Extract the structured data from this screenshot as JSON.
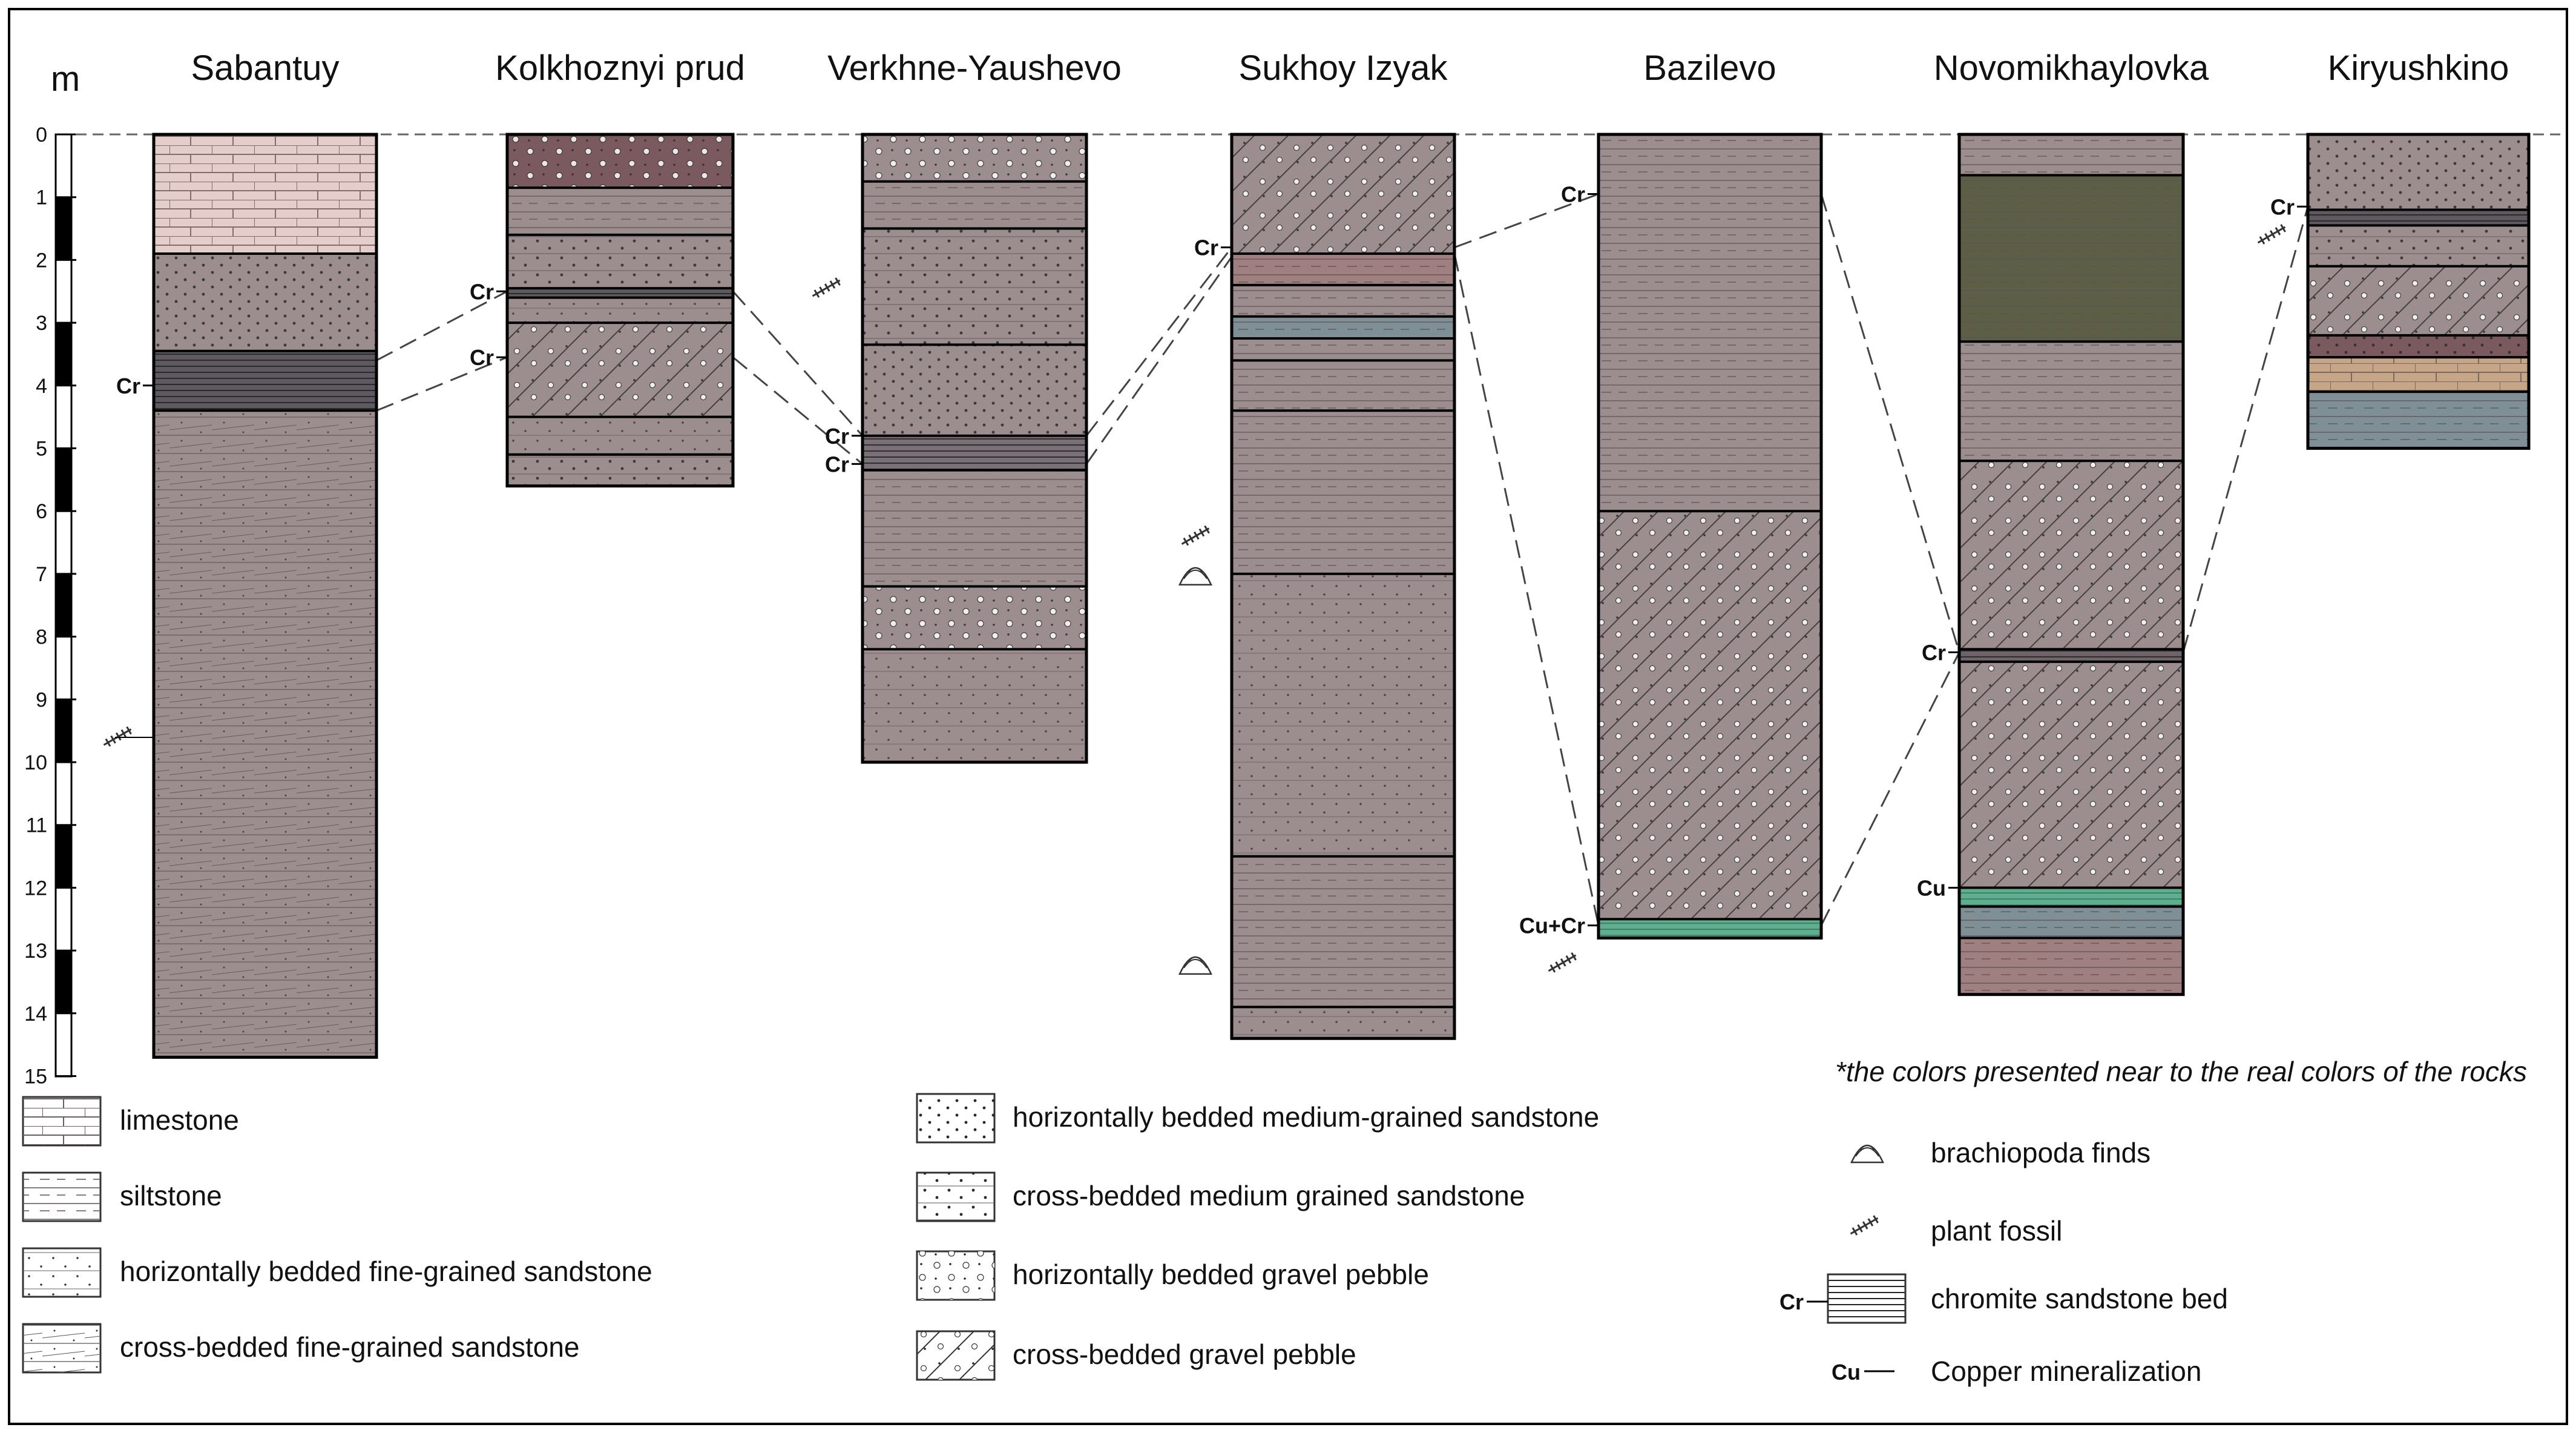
{
  "axis": {
    "unit": "m",
    "ticks": [
      "0",
      "1",
      "2",
      "3",
      "4",
      "5",
      "6",
      "7",
      "8",
      "9",
      "10",
      "11",
      "12",
      "13",
      "14",
      "15"
    ]
  },
  "sections": [
    {
      "name": "Sabantuy",
      "depth": 14.7,
      "layers": [
        {
          "from": 0,
          "to": 1.9,
          "lith": "limestone",
          "color": "#e5cdcb"
        },
        {
          "from": 1.9,
          "to": 3.45,
          "lith": "hz-med-sand",
          "color": "#9c8d8e"
        },
        {
          "from": 3.45,
          "to": 4.4,
          "lith": "chromite",
          "color": "#5e5860"
        },
        {
          "from": 4.4,
          "to": 14.7,
          "lith": "cross-fine-sand",
          "color": "#9c8d8e"
        }
      ],
      "markers": [
        {
          "label": "Cr",
          "depth": 4.0,
          "side": "left"
        }
      ],
      "fossils": [
        {
          "type": "plant",
          "depth": 9.6
        }
      ]
    },
    {
      "name": "Kolkhoznyi prud",
      "depth": 5.6,
      "layers": [
        {
          "from": 0,
          "to": 0.85,
          "lith": "hz-gravel",
          "color": "#7a5a5e"
        },
        {
          "from": 0.85,
          "to": 1.6,
          "lith": "siltstone",
          "color": "#9c8d8e"
        },
        {
          "from": 1.6,
          "to": 2.45,
          "lith": "cross-med-sand",
          "color": "#9c8d8e"
        },
        {
          "from": 2.45,
          "to": 2.6,
          "lith": "chromite",
          "color": "#5e5860"
        },
        {
          "from": 2.6,
          "to": 3.0,
          "lith": "hz-fine-sand",
          "color": "#9c8d8e"
        },
        {
          "from": 3.0,
          "to": 4.5,
          "lith": "cross-gravel",
          "color": "#9c8d8e"
        },
        {
          "from": 4.5,
          "to": 5.1,
          "lith": "hz-fine-sand",
          "color": "#9c8d8e"
        },
        {
          "from": 5.1,
          "to": 5.6,
          "lith": "cross-med-sand",
          "color": "#9c8d8e"
        }
      ],
      "markers": [
        {
          "label": "Cr",
          "depth": 2.5,
          "side": "left"
        },
        {
          "label": "Cr",
          "depth": 3.55,
          "side": "left"
        }
      ],
      "fossils": []
    },
    {
      "name": "Verkhne-Yaushevo",
      "depth": 10.0,
      "layers": [
        {
          "from": 0,
          "to": 0.75,
          "lith": "hz-gravel",
          "color": "#9c8d8e"
        },
        {
          "from": 0.75,
          "to": 1.5,
          "lith": "siltstone",
          "color": "#9c8d8e"
        },
        {
          "from": 1.5,
          "to": 3.35,
          "lith": "cross-med-sand",
          "color": "#9c8d8e"
        },
        {
          "from": 3.35,
          "to": 4.8,
          "lith": "hz-med-sand",
          "color": "#9c8d8e"
        },
        {
          "from": 4.8,
          "to": 5.35,
          "lith": "chromite",
          "color": "#7a7077"
        },
        {
          "from": 5.35,
          "to": 7.2,
          "lith": "siltstone",
          "color": "#9c8d8e"
        },
        {
          "from": 7.2,
          "to": 8.2,
          "lith": "hz-gravel",
          "color": "#9c8d8e"
        },
        {
          "from": 8.2,
          "to": 10.0,
          "lith": "hz-fine-sand",
          "color": "#9c8d8e"
        }
      ],
      "markers": [
        {
          "label": "Cr",
          "depth": 4.8,
          "side": "left"
        },
        {
          "label": "Cr",
          "depth": 5.25,
          "side": "left"
        }
      ],
      "fossils": [
        {
          "type": "plant",
          "depth": 2.45
        }
      ]
    },
    {
      "name": "Sukhoy Izyak",
      "depth": 14.4,
      "layers": [
        {
          "from": 0,
          "to": 1.9,
          "lith": "cross-gravel",
          "color": "#9c8d8e"
        },
        {
          "from": 1.9,
          "to": 2.4,
          "lith": "siltstone",
          "color": "#a07f80"
        },
        {
          "from": 2.4,
          "to": 2.9,
          "lith": "siltstone",
          "color": "#9c8d8e"
        },
        {
          "from": 2.9,
          "to": 3.25,
          "lith": "siltstone",
          "color": "#7f8f96"
        },
        {
          "from": 3.25,
          "to": 3.6,
          "lith": "siltstone",
          "color": "#9c8d8e"
        },
        {
          "from": 3.6,
          "to": 4.4,
          "lith": "siltstone",
          "color": "#9c8d8e"
        },
        {
          "from": 4.4,
          "to": 7.0,
          "lith": "siltstone",
          "color": "#9c8d8e"
        },
        {
          "from": 7.0,
          "to": 11.5,
          "lith": "hz-fine-sand",
          "color": "#9c8d8e"
        },
        {
          "from": 11.5,
          "to": 13.9,
          "lith": "siltstone",
          "color": "#9c8d8e"
        },
        {
          "from": 13.9,
          "to": 14.4,
          "lith": "hz-fine-sand",
          "color": "#9c8d8e"
        }
      ],
      "markers": [
        {
          "label": "Cr",
          "depth": 1.8,
          "side": "left"
        }
      ],
      "fossils": [
        {
          "type": "plant",
          "depth": 6.4
        },
        {
          "type": "brachiopoda",
          "depth": 7.0
        },
        {
          "type": "brachiopoda",
          "depth": 13.2
        }
      ]
    },
    {
      "name": "Bazilevo",
      "depth": 12.8,
      "layers": [
        {
          "from": 0,
          "to": 6.0,
          "lith": "siltstone",
          "color": "#9c8d8e"
        },
        {
          "from": 6.0,
          "to": 12.5,
          "lith": "cross-gravel",
          "color": "#9c8d8e"
        },
        {
          "from": 12.5,
          "to": 12.8,
          "lith": "copper",
          "color": "#5fae8f"
        }
      ],
      "markers": [
        {
          "label": "Cr",
          "depth": 0.95,
          "side": "left"
        },
        {
          "label": "Cu+Cr",
          "depth": 12.6,
          "side": "left"
        }
      ],
      "fossils": [
        {
          "type": "plant",
          "depth": 13.2
        }
      ]
    },
    {
      "name": "Novomikhaylovka",
      "depth": 13.7,
      "layers": [
        {
          "from": 0,
          "to": 0.65,
          "lith": "siltstone",
          "color": "#9c8d8e"
        },
        {
          "from": 0.65,
          "to": 3.3,
          "lith": "siltstone",
          "color": "#5c5e45"
        },
        {
          "from": 3.3,
          "to": 5.2,
          "lith": "siltstone",
          "color": "#9c8d8e"
        },
        {
          "from": 5.2,
          "to": 8.2,
          "lith": "cross-gravel",
          "color": "#9c8d8e"
        },
        {
          "from": 8.2,
          "to": 8.4,
          "lith": "chromite",
          "color": "#6c646a"
        },
        {
          "from": 8.4,
          "to": 12.0,
          "lith": "cross-gravel",
          "color": "#9c8d8e"
        },
        {
          "from": 12.0,
          "to": 12.3,
          "lith": "copper",
          "color": "#5fae8f"
        },
        {
          "from": 12.3,
          "to": 12.8,
          "lith": "siltstone",
          "color": "#7f8f96"
        },
        {
          "from": 12.8,
          "to": 13.7,
          "lith": "siltstone",
          "color": "#a07f80"
        }
      ],
      "markers": [
        {
          "label": "Cr",
          "depth": 8.25,
          "side": "left"
        },
        {
          "label": "Cu",
          "depth": 12.0,
          "side": "left"
        }
      ],
      "fossils": []
    },
    {
      "name": "Kiryushkino",
      "depth": 5.0,
      "layers": [
        {
          "from": 0,
          "to": 1.2,
          "lith": "hz-med-sand",
          "color": "#9c8d8e"
        },
        {
          "from": 1.2,
          "to": 1.45,
          "lith": "chromite",
          "color": "#5e5860"
        },
        {
          "from": 1.45,
          "to": 2.1,
          "lith": "cross-med-sand",
          "color": "#9c8d8e"
        },
        {
          "from": 2.1,
          "to": 3.2,
          "lith": "cross-gravel",
          "color": "#9c8d8e"
        },
        {
          "from": 3.2,
          "to": 3.55,
          "lith": "hz-med-sand",
          "color": "#7a5a5e"
        },
        {
          "from": 3.55,
          "to": 4.1,
          "lith": "limestone",
          "color": "#c6a686"
        },
        {
          "from": 4.1,
          "to": 5.0,
          "lith": "siltstone",
          "color": "#7f8f96"
        }
      ],
      "markers": [
        {
          "label": "Cr",
          "depth": 1.15,
          "side": "left"
        }
      ],
      "fossils": [
        {
          "type": "plant",
          "depth": 1.6
        }
      ]
    }
  ],
  "correlations": [
    {
      "from": [
        0,
        3.6
      ],
      "to": [
        1,
        2.5
      ]
    },
    {
      "from": [
        0,
        4.4
      ],
      "to": [
        1,
        3.55
      ]
    },
    {
      "from": [
        1,
        2.5
      ],
      "to": [
        2,
        4.8
      ]
    },
    {
      "from": [
        1,
        3.55
      ],
      "to": [
        2,
        5.25
      ]
    },
    {
      "from": [
        2,
        4.8
      ],
      "to": [
        3,
        1.8
      ]
    },
    {
      "from": [
        2,
        5.25
      ],
      "to": [
        3,
        1.95
      ]
    },
    {
      "from": [
        3,
        1.8
      ],
      "to": [
        4,
        0.95
      ]
    },
    {
      "from": [
        3,
        1.9
      ],
      "to": [
        4,
        12.6
      ]
    },
    {
      "from": [
        4,
        0.95
      ],
      "to": [
        5,
        8.25
      ]
    },
    {
      "from": [
        4,
        12.6
      ],
      "to": [
        5,
        8.25
      ]
    },
    {
      "from": [
        5,
        8.25
      ],
      "to": [
        6,
        1.15
      ]
    }
  ],
  "note": "*the colors presented near to the real colors of the rocks",
  "legend": {
    "col1": [
      {
        "key": "limestone",
        "label": "limestone"
      },
      {
        "key": "siltstone",
        "label": "siltstone"
      },
      {
        "key": "hz-fine-sand",
        "label": "horizontally bedded fine-grained sandstone"
      },
      {
        "key": "cross-fine-sand",
        "label": "cross-bedded fine-grained sandstone"
      }
    ],
    "col2": [
      {
        "key": "hz-med-sand",
        "label": "horizontally bedded medium-grained sandstone"
      },
      {
        "key": "cross-med-sand",
        "label": "cross-bedded medium grained sandstone"
      },
      {
        "key": "hz-gravel",
        "label": "horizontally bedded gravel pebble"
      },
      {
        "key": "cross-gravel",
        "label": "cross-bedded gravel pebble"
      }
    ],
    "col3": [
      {
        "key": "brachiopoda",
        "label": "brachiopoda finds"
      },
      {
        "key": "plant",
        "label": "plant fossil"
      },
      {
        "key": "chromite",
        "label": "chromite sandstone bed",
        "tag": "Cr"
      },
      {
        "key": "copper",
        "label": "Copper mineralization",
        "tag": "Cu"
      }
    ]
  }
}
